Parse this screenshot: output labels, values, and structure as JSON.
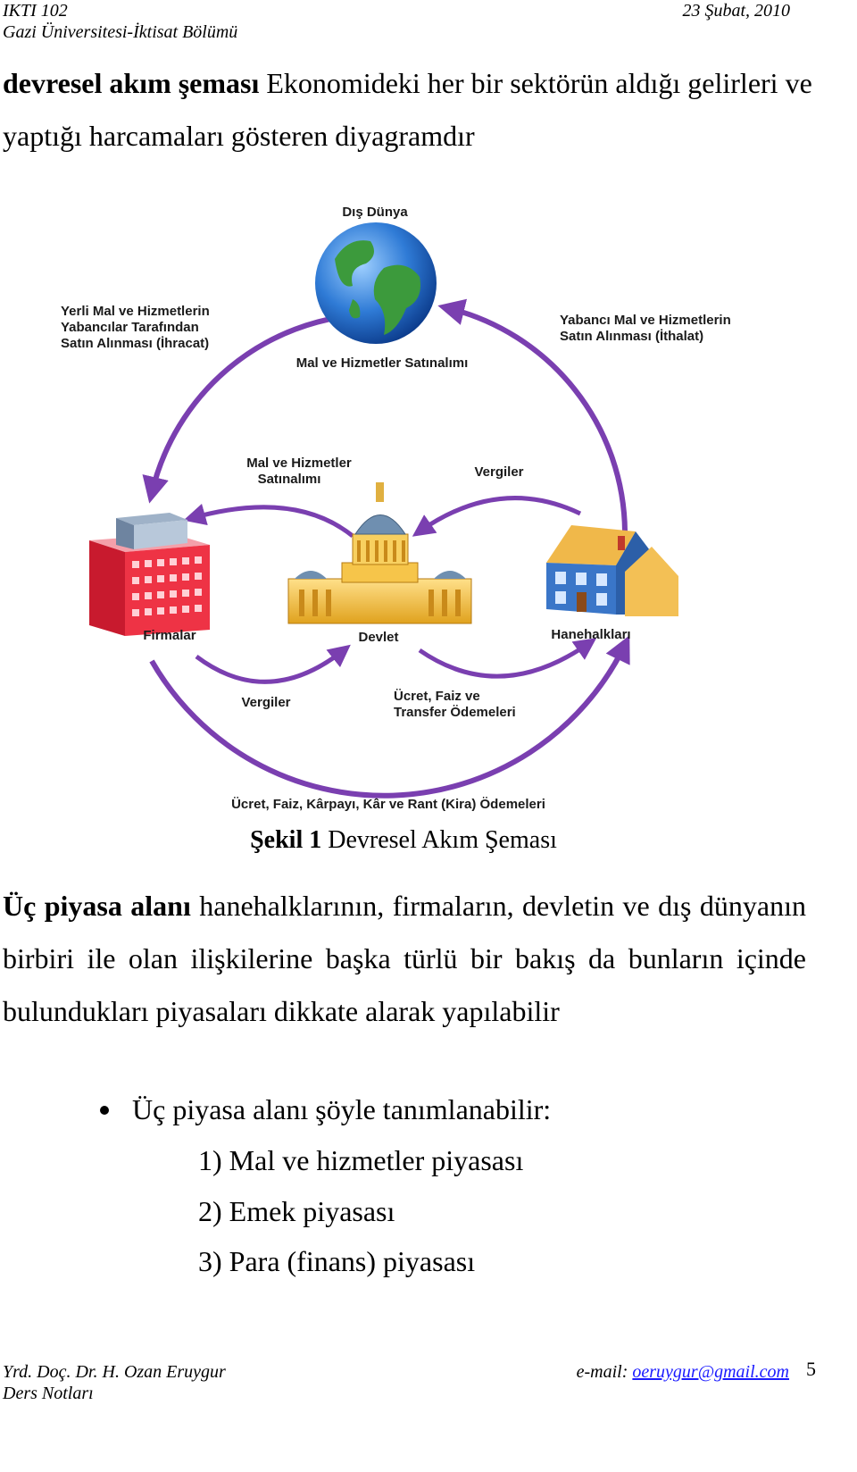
{
  "header": {
    "course": "IKTI 102",
    "date": "23 Şubat, 2010",
    "department": "Gazi Üniversitesi-İktisat Bölümü"
  },
  "definition": {
    "term": "devresel akım şeması",
    "text": " Ekonomideki her bir sektörün aldığı gelirleri ve yaptığı harcamaları gösteren diyagramdır"
  },
  "figure": {
    "labels": {
      "dis_dunya": "Dış Dünya",
      "ihracat_1": "Yerli Mal ve Hizmetlerin",
      "ihracat_2": "Yabancılar Tarafından",
      "ihracat_3": "Satın Alınması (İhracat)",
      "ithalat_1": "Yabancı Mal ve Hizmetlerin",
      "ithalat_2": "Satın Alınması (İthalat)",
      "mal_hizmet_top": "Mal ve Hizmetler Satınalımı",
      "mal_hizmet_mid_1": "Mal ve Hizmetler",
      "mal_hizmet_mid_2": "Satınalımı",
      "vergiler_top": "Vergiler",
      "firmalar": "Firmalar",
      "devlet": "Devlet",
      "hanehalklari": "Hanehalkları",
      "vergiler_bottom": "Vergiler",
      "ucret_transfer_1": "Ücret, Faiz ve",
      "ucret_transfer_2": "Transfer Ödemeleri",
      "ucret_bottom": "Ücret, Faiz, Kârpayı, Kâr ve Rant (Kira) Ödemeleri"
    },
    "caption_bold": "Şekil 1",
    "caption_text": " Devresel Akım Şeması"
  },
  "uc_piyasa": {
    "term": "Üç piyasa alanı",
    "text": " hanehalklarının, firmaların, devletin ve dış dünyanın birbiri ile olan ilişkilerine başka türlü bir bakış da bunların içinde bulundukları piyasaları dikkate alarak yapılabilir"
  },
  "bullet": "Üç piyasa alanı şöyle tanımlanabilir:",
  "list": [
    "1) Mal ve hizmetler piyasası",
    "2) Emek piyasası",
    "3) Para (finans) piyasası"
  ],
  "footer": {
    "author": "Yrd. Doç. Dr. H. Ozan Eruygur",
    "email_label": "e-mail: ",
    "email": "oeruygur@gmail.com",
    "notes": "Ders Notları",
    "page": "5"
  }
}
